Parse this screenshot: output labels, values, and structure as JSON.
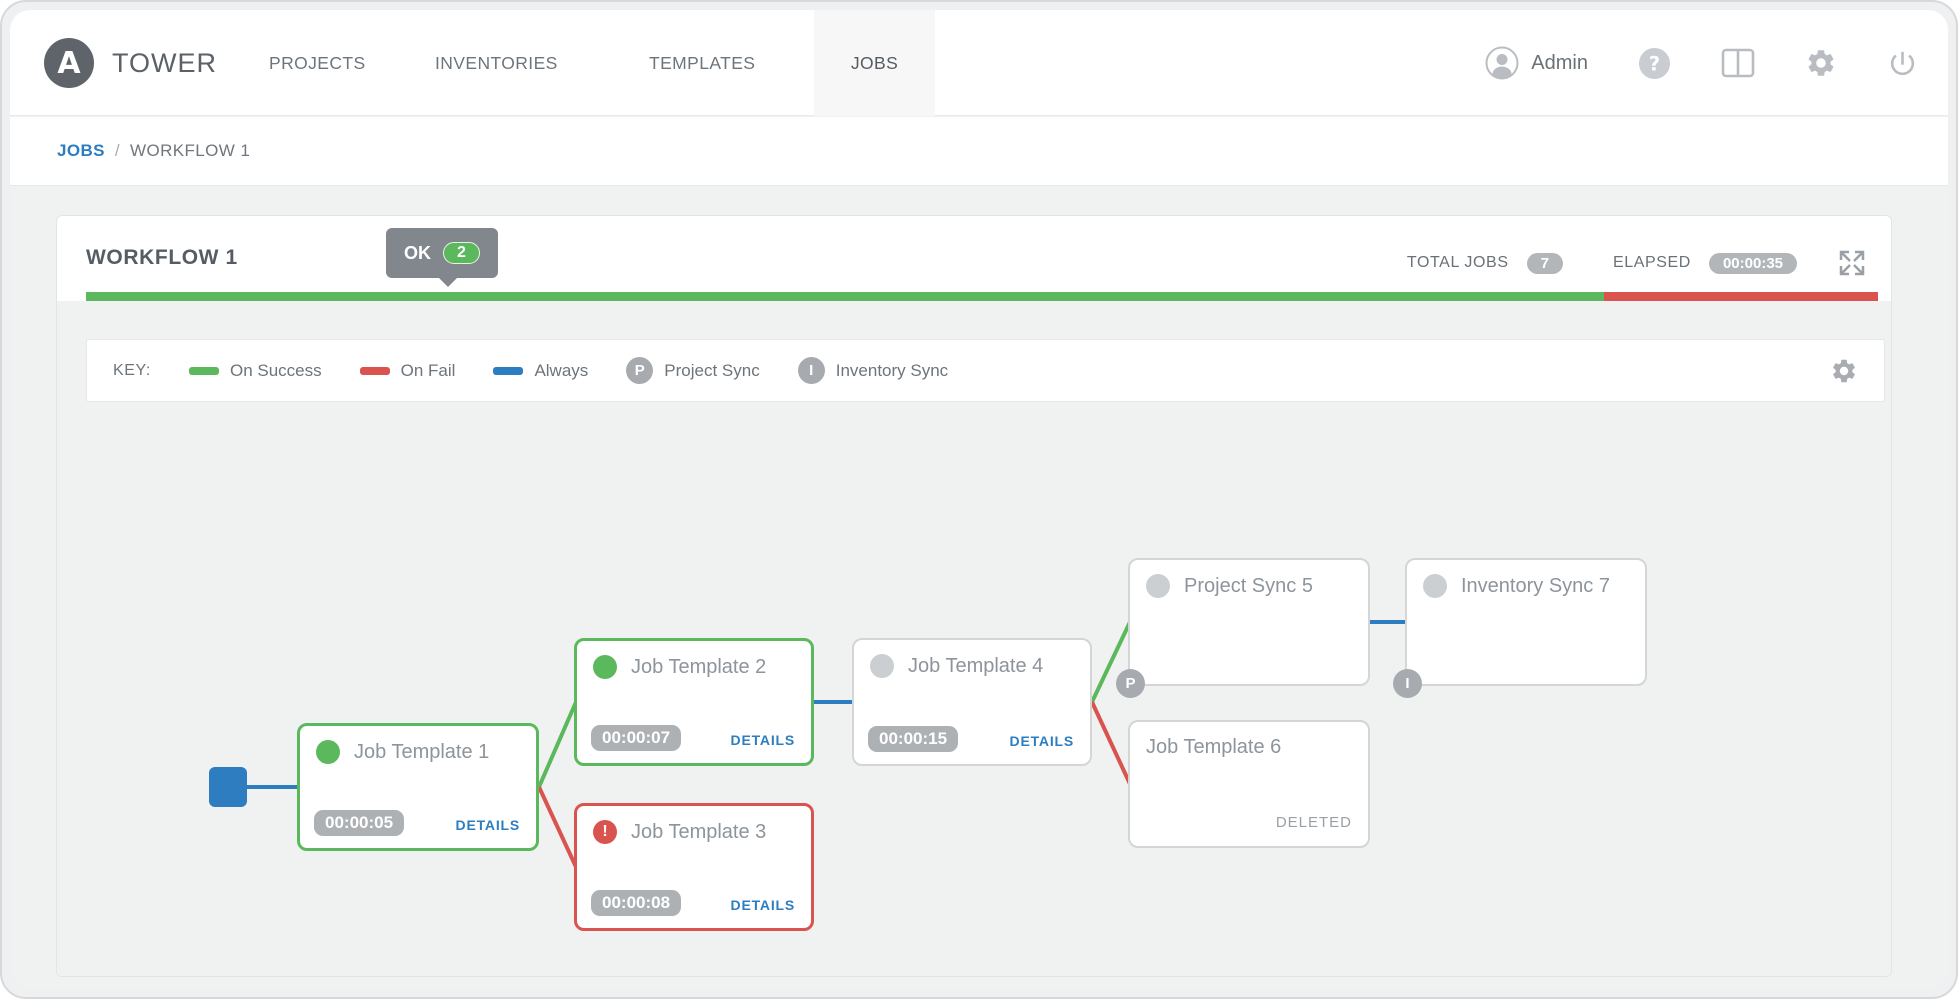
{
  "brand": {
    "name": "TOWER",
    "logo_letter": "A"
  },
  "nav": {
    "items": [
      {
        "label": "PROJECTS"
      },
      {
        "label": "INVENTORIES"
      },
      {
        "label": "TEMPLATES"
      },
      {
        "label": "JOBS"
      }
    ],
    "active": "JOBS",
    "user": {
      "name": "Admin"
    }
  },
  "breadcrumb": {
    "root": "JOBS",
    "separator": "/",
    "current": "WORKFLOW 1"
  },
  "workflow": {
    "title": "WORKFLOW 1",
    "status_tooltip": {
      "label": "OK",
      "count": "2"
    },
    "total_jobs_label": "TOTAL JOBS",
    "total_jobs_count": "7",
    "elapsed_label": "ELAPSED",
    "elapsed_time": "00:00:35",
    "progress": {
      "success_percent": 84.7,
      "fail_percent": 15.3,
      "success_color": "#5cb85c",
      "fail_color": "#d9534f"
    }
  },
  "key": {
    "label": "KEY:",
    "items": [
      {
        "label": "On Success",
        "swatch": "line",
        "color": "#5cb85c"
      },
      {
        "label": "On Fail",
        "swatch": "line",
        "color": "#d9534f"
      },
      {
        "label": "Always",
        "swatch": "line",
        "color": "#2d7dc1"
      },
      {
        "label": "Project Sync",
        "swatch": "badge",
        "glyph": "P"
      },
      {
        "label": "Inventory Sync",
        "swatch": "badge",
        "glyph": "I"
      }
    ]
  },
  "graph": {
    "nodes": [
      {
        "title": "Job Template 1",
        "status": "success",
        "elapsed": "00:00:05",
        "action": "DETAILS"
      },
      {
        "title": "Job Template 2",
        "status": "success",
        "elapsed": "00:00:07",
        "action": "DETAILS"
      },
      {
        "title": "Job Template 3",
        "status": "failed",
        "elapsed": "00:00:08",
        "action": "DETAILS"
      },
      {
        "title": "Job Template 4",
        "status": "pending",
        "elapsed": "00:00:15",
        "action": "DETAILS"
      },
      {
        "title": "Project Sync 5",
        "status": "pending",
        "type_glyph": "P"
      },
      {
        "title": "Inventory Sync 7",
        "status": "pending",
        "type_glyph": "I"
      },
      {
        "title": "Job Template 6",
        "status": "deleted",
        "note": "DELETED"
      }
    ],
    "colors": {
      "success_link": "#5cb85c",
      "fail_link": "#d9534f",
      "always_link": "#2d7dc1"
    }
  }
}
